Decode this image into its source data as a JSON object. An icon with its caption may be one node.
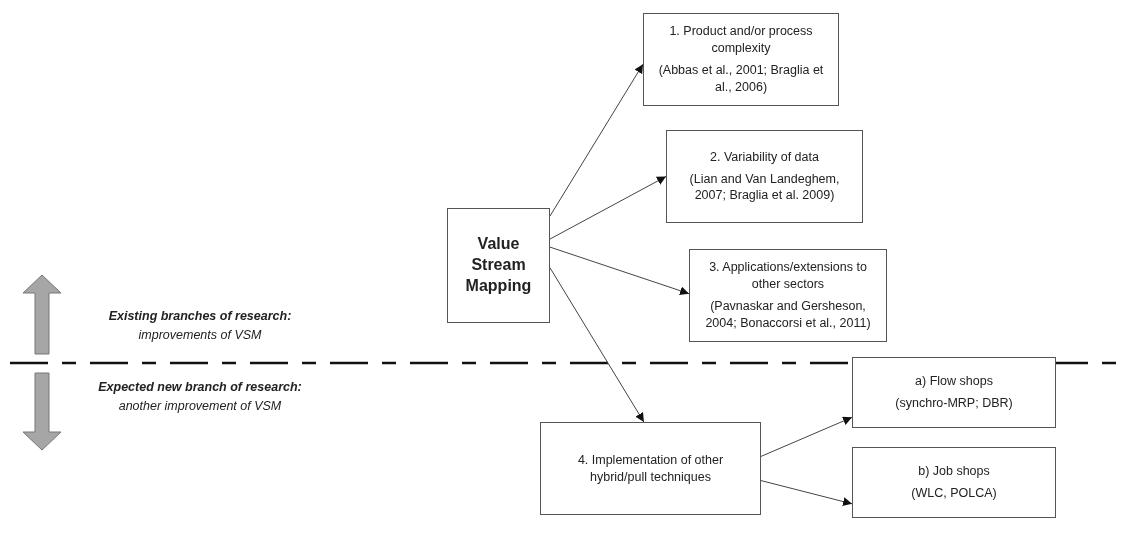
{
  "diagram": {
    "nodes": [
      {
        "text": [
          "Value Stream Mapping"
        ]
      },
      {
        "text": [
          "1. Product and/or process complexity",
          "(Abbas et al., 2001; Braglia et al., 2006)"
        ]
      },
      {
        "text": [
          "2. Variability of data",
          "(Lian and Van Landeghem, 2007; Braglia et al. 2009)"
        ]
      },
      {
        "text": [
          "3. Applications/extensions to other sectors",
          "(Pavnaskar and Gersheson, 2004; Bonaccorsi et al., 2011)"
        ]
      },
      {
        "text": [
          "4. Implementation of other hybrid/pull techniques"
        ]
      },
      {
        "text": [
          "a) Flow shops",
          "(synchro-MRP; DBR)"
        ]
      },
      {
        "text": [
          "b) Job shops",
          "(WLC, POLCA)"
        ]
      }
    ],
    "edges": [
      {
        "from": 0,
        "to": 1,
        "arrow": "to"
      },
      {
        "from": 0,
        "to": 2,
        "arrow": "to"
      },
      {
        "from": 0,
        "to": 3,
        "arrow": "to"
      },
      {
        "from": 0,
        "to": 4,
        "arrow": "to"
      },
      {
        "from": 4,
        "to": 5,
        "arrow": "to"
      },
      {
        "from": 4,
        "to": 6,
        "arrow": "to"
      }
    ],
    "labels": [
      "Existing branches of research:",
      "improvements of VSM",
      "Expected new branch of research:",
      "another improvement of VSM"
    ]
  }
}
